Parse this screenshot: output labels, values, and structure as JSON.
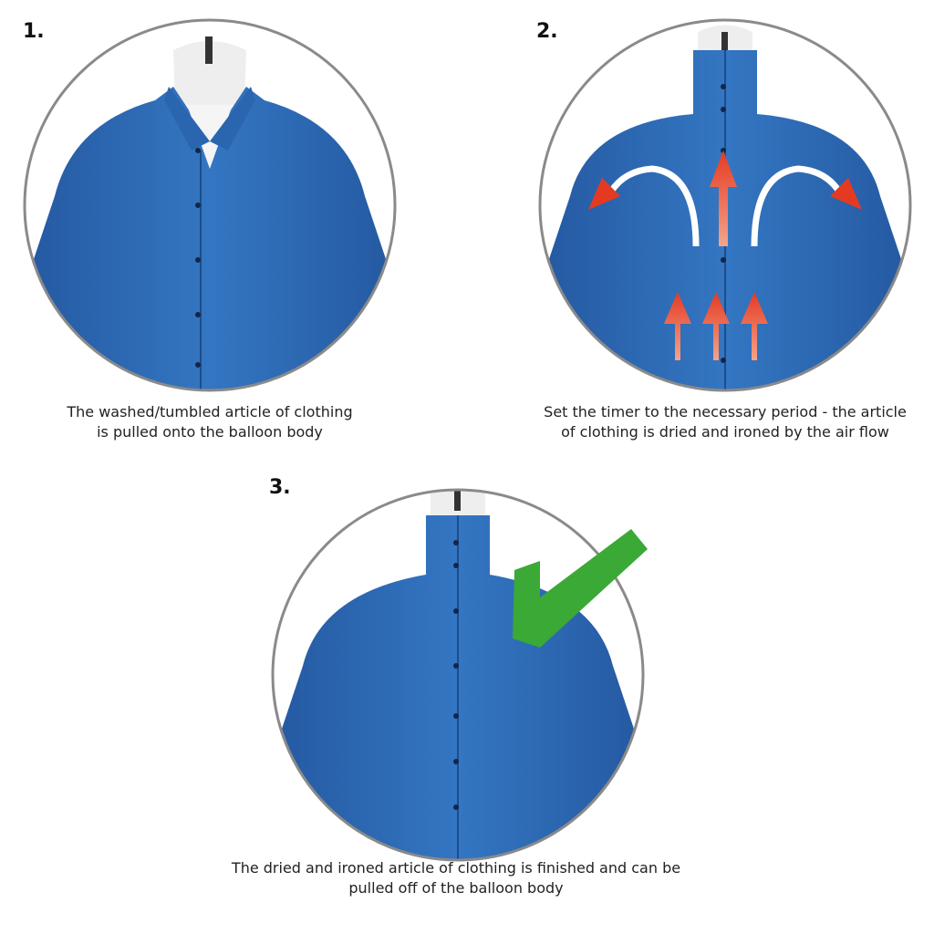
{
  "steps": [
    {
      "number": "1.",
      "caption_line1": "The washed/tumbled article of clothing",
      "caption_line2": "is pulled onto the balloon body"
    },
    {
      "number": "2.",
      "caption_line1": "Set the timer to the necessary period - the article",
      "caption_line2": "of clothing is dried and ironed by the air flow"
    },
    {
      "number": "3.",
      "caption_line1": "The dried and ironed article of clothing is finished and can be",
      "caption_line2": "pulled off of the balloon body"
    }
  ],
  "colors": {
    "shirt": "#2f6db5",
    "arrow": "#e8452c",
    "check": "#3aa935",
    "ring": "#8a8a8a"
  }
}
